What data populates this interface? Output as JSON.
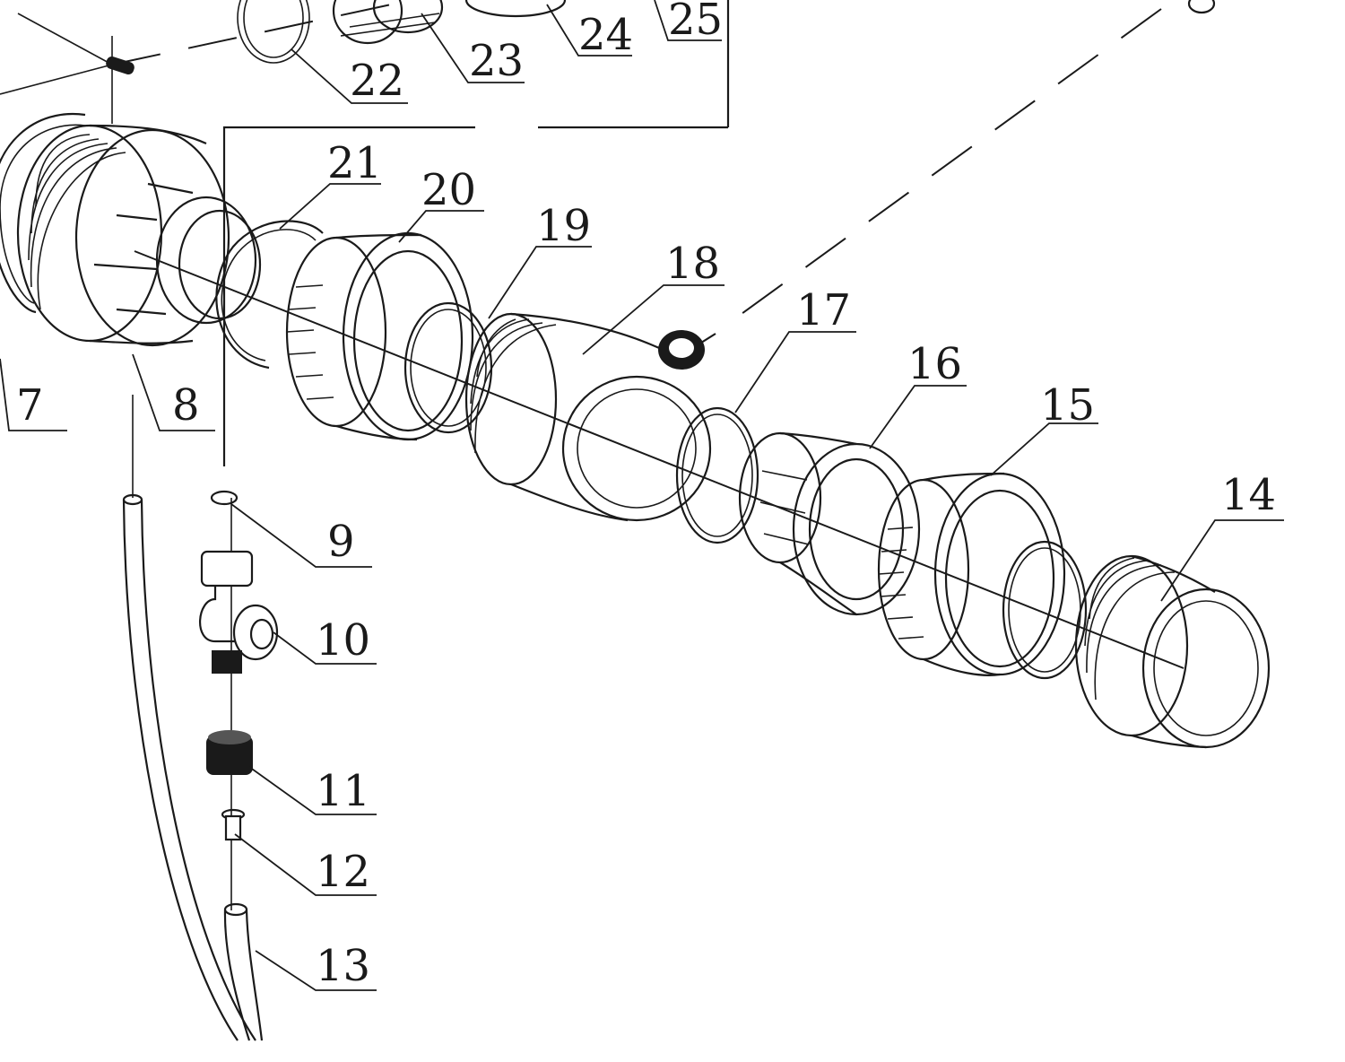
{
  "callouts": [
    {
      "id": "7",
      "label": "7"
    },
    {
      "id": "8",
      "label": "8"
    },
    {
      "id": "9",
      "label": "9"
    },
    {
      "id": "10",
      "label": "10"
    },
    {
      "id": "11",
      "label": "11"
    },
    {
      "id": "12",
      "label": "12"
    },
    {
      "id": "13",
      "label": "13"
    },
    {
      "id": "14",
      "label": "14"
    },
    {
      "id": "15",
      "label": "15"
    },
    {
      "id": "16",
      "label": "16"
    },
    {
      "id": "17",
      "label": "17"
    },
    {
      "id": "18",
      "label": "18"
    },
    {
      "id": "19",
      "label": "19"
    },
    {
      "id": "20",
      "label": "20"
    },
    {
      "id": "21",
      "label": "21"
    },
    {
      "id": "22",
      "label": "22"
    },
    {
      "id": "23",
      "label": "23"
    },
    {
      "id": "24",
      "label": "24"
    },
    {
      "id": "25",
      "label": "25"
    }
  ]
}
